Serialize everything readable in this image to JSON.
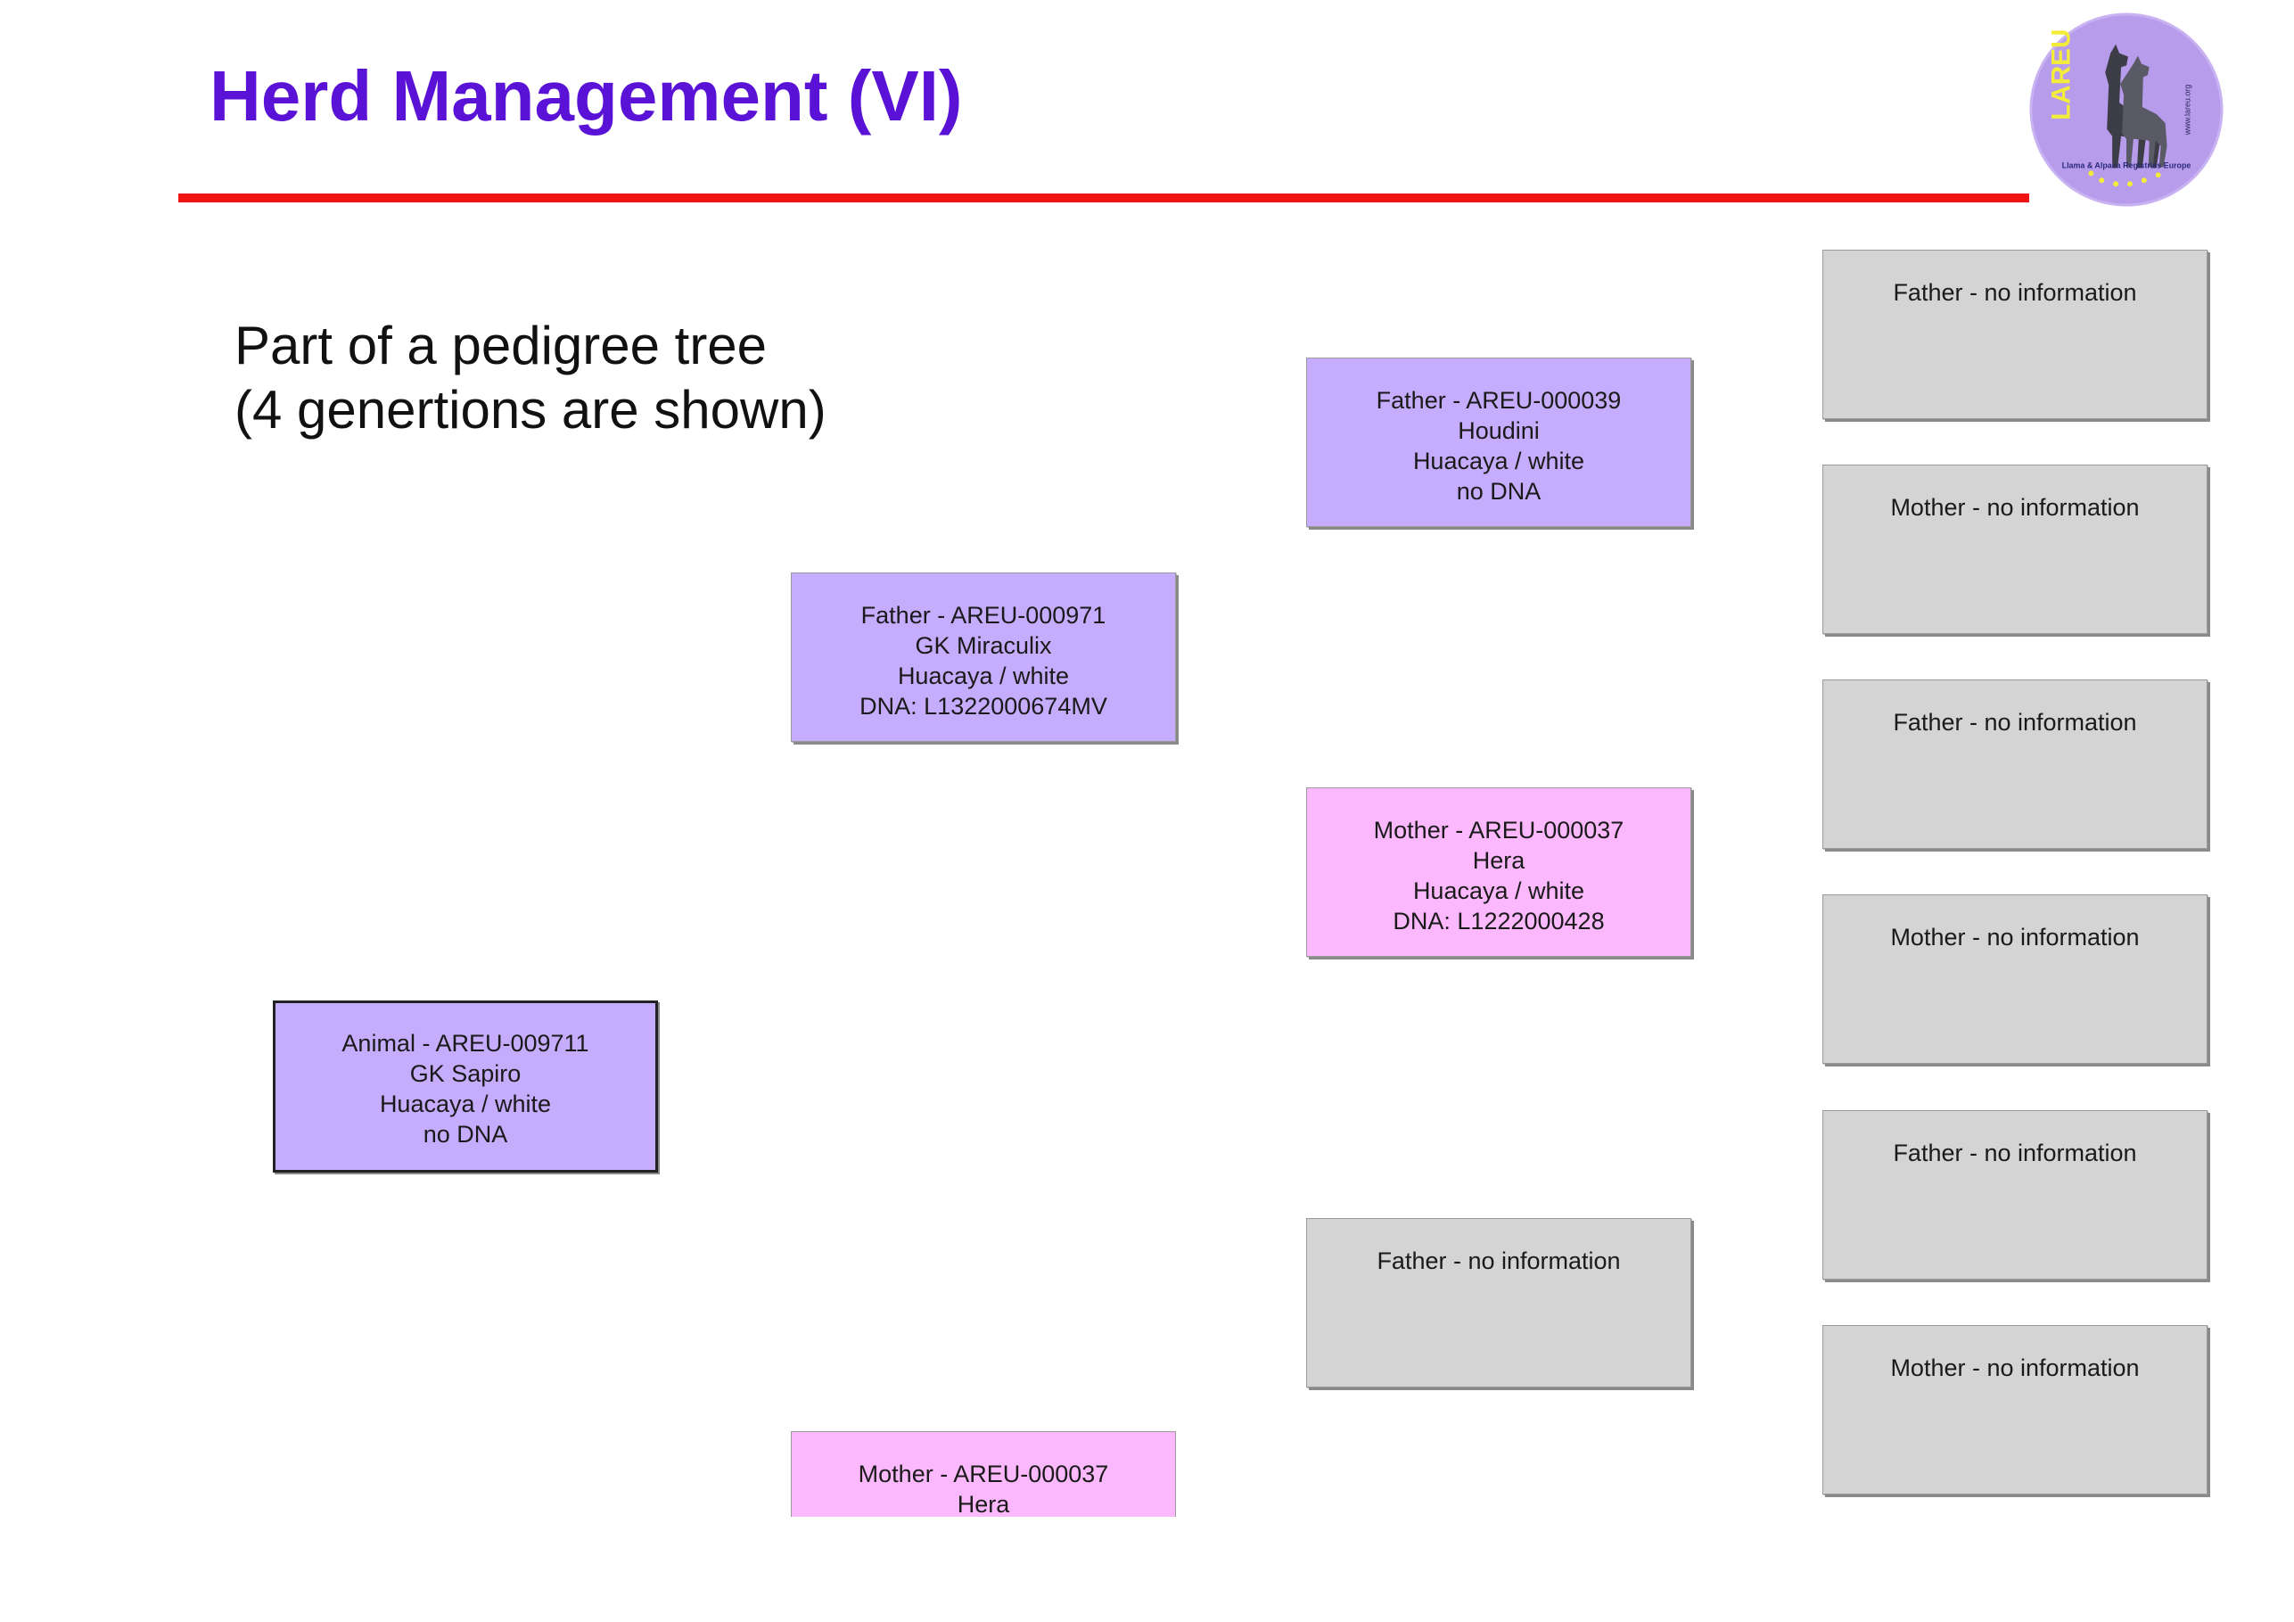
{
  "slide": {
    "title": "Herd Management (VI)",
    "title_color": "#5a12d6",
    "rule_color": "#f01414",
    "subtitle_line1": "Part of a pedigree tree",
    "subtitle_line2": "(4 genertions are shown)"
  },
  "logo": {
    "text": "LAREU",
    "subtext": "Llama & Alpaca Registries Europe",
    "url": "www.lareu.org",
    "icon": "llama-icon"
  },
  "colors": {
    "male": "#c6acfc",
    "female": "#fcb8fc",
    "unknown": "#d4d4d4"
  },
  "tree": {
    "animal": {
      "lines": [
        "Animal - AREU-009711",
        "GK Sapiro",
        "Huacaya / white",
        "no DNA"
      ]
    },
    "father": {
      "lines": [
        "Father - AREU-000971",
        "GK Miraculix",
        "Huacaya / white",
        "DNA: L1322000674MV"
      ]
    },
    "mother": {
      "lines": [
        "Mother - AREU-000037",
        "Hera"
      ]
    },
    "gen3": [
      {
        "lines": [
          "Father - AREU-000039",
          "Houdini",
          "Huacaya / white",
          "no DNA"
        ]
      },
      {
        "lines": [
          "Mother - AREU-000037",
          "Hera",
          "Huacaya / white",
          "DNA: L1222000428"
        ]
      },
      {
        "lines": [
          "Father - no information"
        ]
      }
    ],
    "gen4": [
      {
        "lines": [
          "Father - no information"
        ]
      },
      {
        "lines": [
          "Mother - no information"
        ]
      },
      {
        "lines": [
          "Father - no information"
        ]
      },
      {
        "lines": [
          "Mother - no information"
        ]
      },
      {
        "lines": [
          "Father - no information"
        ]
      },
      {
        "lines": [
          "Mother - no information"
        ]
      }
    ]
  }
}
